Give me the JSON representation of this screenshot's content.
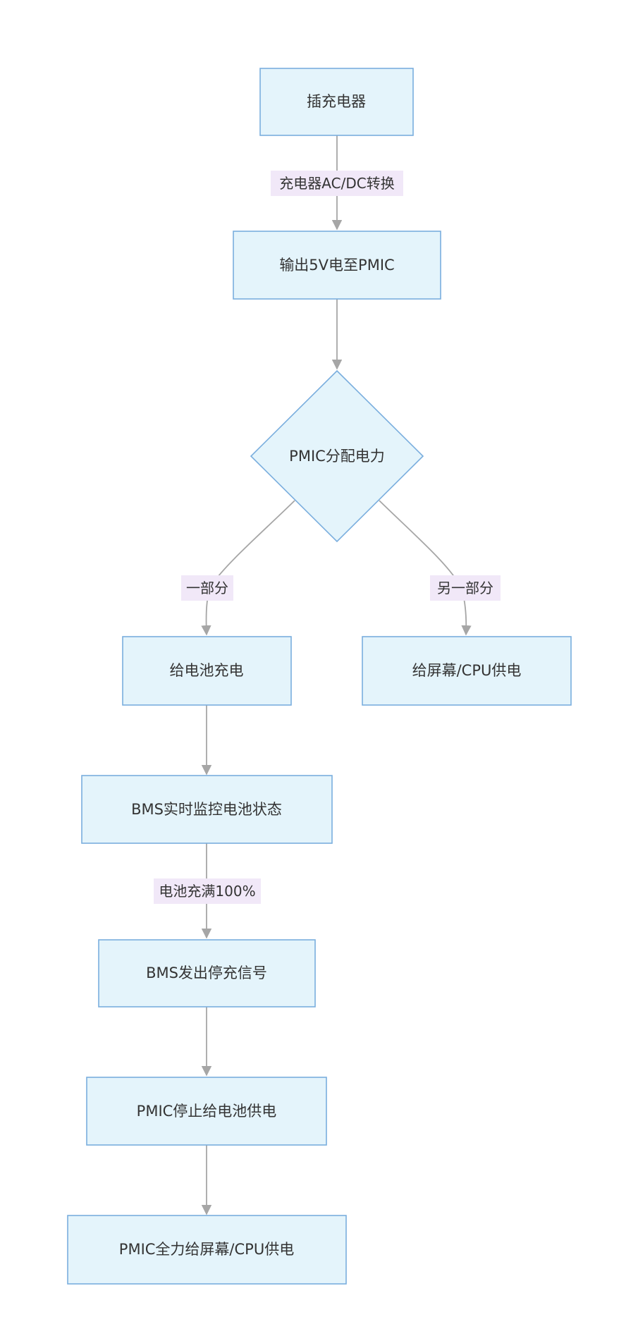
{
  "nodes": {
    "plug_charger": "插充电器",
    "output_5v": "输出5V电至PMIC",
    "pmic_distribute": "PMIC分配电力",
    "charge_battery": "给电池充电",
    "power_screen_cpu": "给屏幕/CPU供电",
    "bms_monitor": "BMS实时监控电池状态",
    "bms_stop_signal": "BMS发出停充信号",
    "pmic_stop_battery": "PMIC停止给电池供电",
    "pmic_full_power": "PMIC全力给屏幕/CPU供电"
  },
  "edges": {
    "acdc_label": "充电器AC/DC转换",
    "part_label": "一部分",
    "other_part_label": "另一部分",
    "full_label": "电池充满100%"
  },
  "colors": {
    "node_fill": "#e4f4fb",
    "node_border": "#7aaede",
    "edge": "#a6a6a6",
    "edge_label_bg": "#f1e8f8"
  }
}
